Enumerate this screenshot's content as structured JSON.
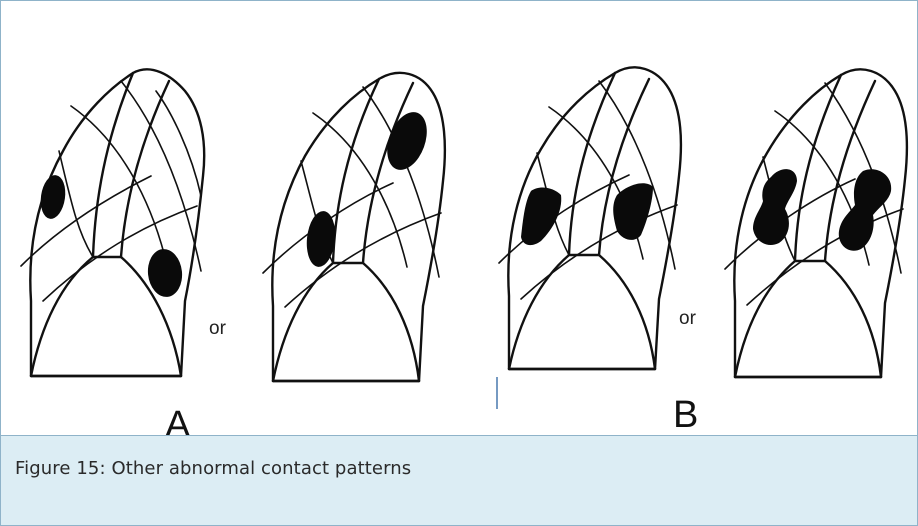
{
  "figure": {
    "caption": "Figure 15: Other abnormal contact patterns",
    "groups": [
      {
        "label": "A",
        "separator": "or",
        "views": [
          "tooth-view",
          "tooth-view"
        ]
      },
      {
        "label": "B",
        "separator": "or",
        "views": [
          "tooth-view",
          "tooth-view"
        ]
      }
    ]
  },
  "colors": {
    "frame_border": "#8fb3c9",
    "caption_background": "#dcedf4",
    "line_art": "#111111",
    "contact_spot": "#0a0a0a",
    "divider": "#3b6fa8"
  }
}
